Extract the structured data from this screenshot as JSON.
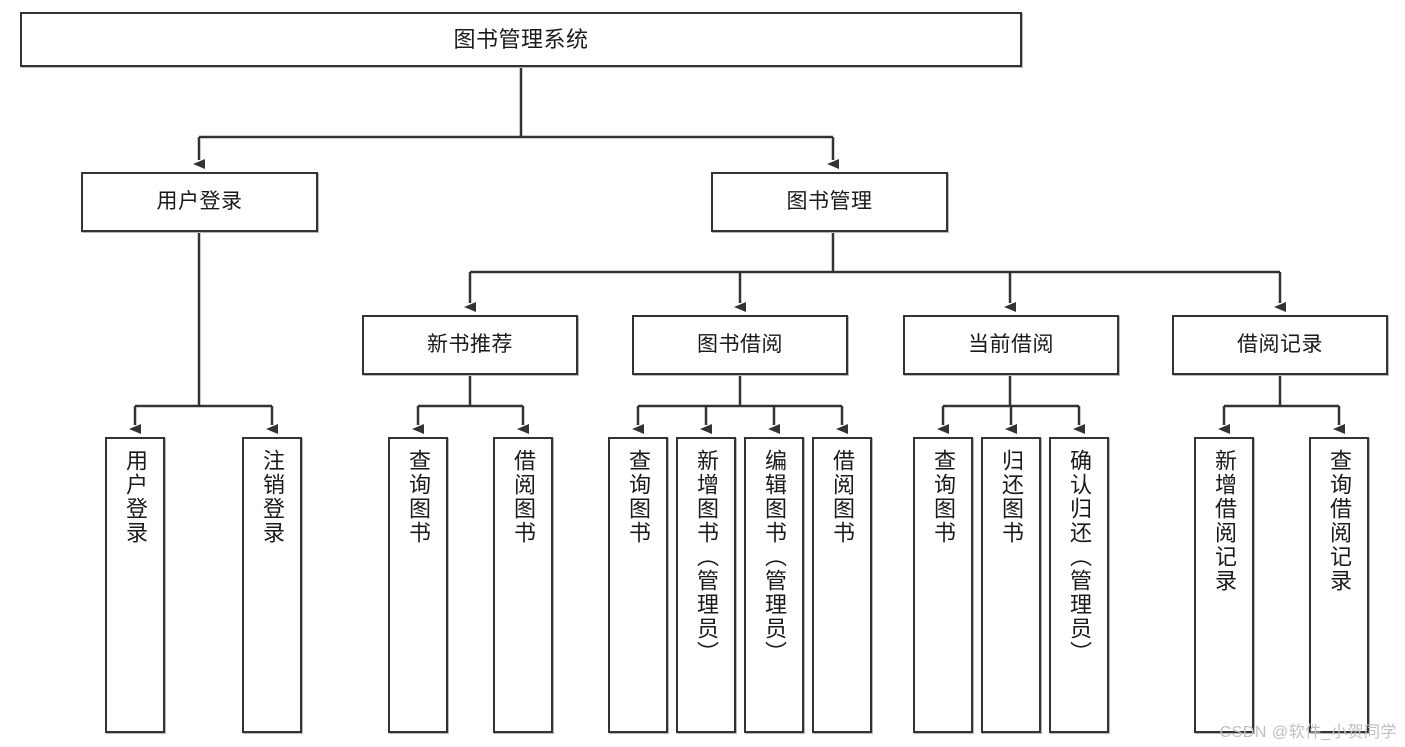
{
  "diagram": {
    "title": "图书管理系统",
    "type": "tree-hierarchy-chart",
    "colors": {
      "box_border": "#333333",
      "box_fill": "#ffffff",
      "connector": "#333333",
      "text": "#1a1a1a",
      "watermark": "#bfbfbf"
    },
    "nodes": {
      "root": {
        "label": "图书管理系统"
      },
      "level2": [
        {
          "id": "user-login",
          "label": "用户登录"
        },
        {
          "id": "book-manage",
          "label": "图书管理"
        }
      ],
      "level3": [
        {
          "id": "new-book-recommend",
          "label": "新书推荐"
        },
        {
          "id": "book-borrow",
          "label": "图书借阅"
        },
        {
          "id": "current-borrow",
          "label": "当前借阅"
        },
        {
          "id": "borrow-record",
          "label": "借阅记录"
        }
      ],
      "leaves": {
        "user-login": [
          {
            "id": "leaf-user-login",
            "label": "用户登录"
          },
          {
            "id": "leaf-logout",
            "label": "注销登录"
          }
        ],
        "new-book-recommend": [
          {
            "id": "leaf-query-book-1",
            "label": "查询图书"
          },
          {
            "id": "leaf-borrow-book-1",
            "label": "借阅图书"
          }
        ],
        "book-borrow": [
          {
            "id": "leaf-query-book-2",
            "label": "查询图书"
          },
          {
            "id": "leaf-add-book",
            "label": "新增图书（管理员）"
          },
          {
            "id": "leaf-edit-book",
            "label": "编辑图书（管理员）"
          },
          {
            "id": "leaf-borrow-book-2",
            "label": "借阅图书"
          }
        ],
        "current-borrow": [
          {
            "id": "leaf-query-book-3",
            "label": "查询图书"
          },
          {
            "id": "leaf-return-book",
            "label": "归还图书"
          },
          {
            "id": "leaf-confirm-return",
            "label": "确认归还（管理员）"
          }
        ],
        "borrow-record": [
          {
            "id": "leaf-add-record",
            "label": "新增借阅记录"
          },
          {
            "id": "leaf-query-record",
            "label": "查询借阅记录"
          }
        ]
      }
    }
  },
  "watermark": {
    "text": "CSDN @软件_小贺同学"
  }
}
